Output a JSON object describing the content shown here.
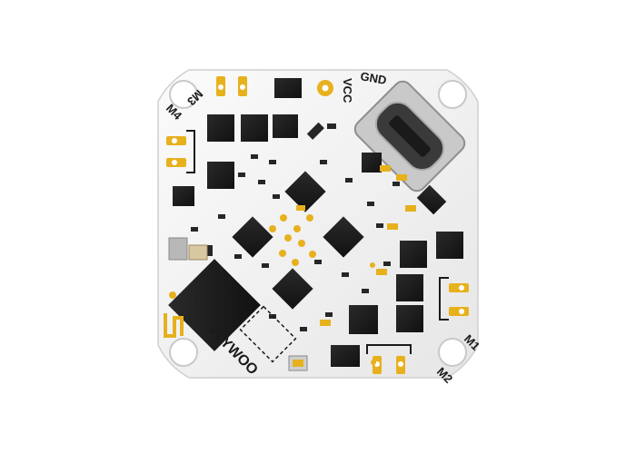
{
  "board": {
    "brand_text": "FLYWOO",
    "labels": {
      "m1": "M1",
      "m2": "M2",
      "m3": "M3",
      "m4": "M4",
      "vcc": "VCC",
      "gnd": "GND"
    },
    "icons": {
      "usb": "usb-c-port-icon",
      "antenna": "pcb-antenna-icon"
    },
    "colors": {
      "pcb": "#f4f4f4",
      "pad_gold": "#e7b11e",
      "chip": "#1e1e1e",
      "silkscreen": "#1a1a1a"
    }
  }
}
